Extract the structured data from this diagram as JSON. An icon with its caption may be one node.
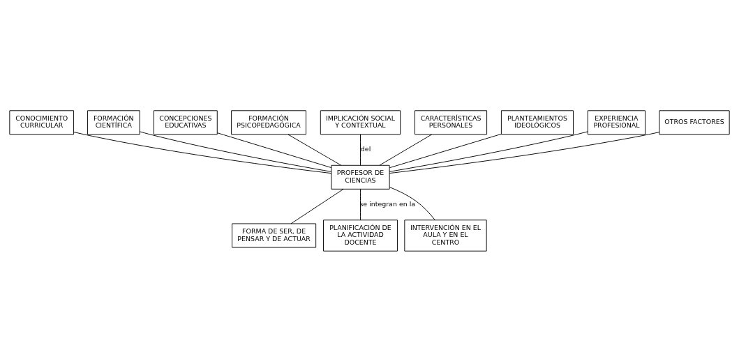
{
  "diagram": {
    "nodes": [
      {
        "text": [
          "CONOCIMIENTO CURRICULAR"
        ]
      },
      {
        "text": [
          "FORMACIÓN CIENTÍFICA"
        ]
      },
      {
        "text": [
          "CONCEPCIONES EDUCATIVAS"
        ]
      },
      {
        "text": [
          "FORMACIÓN PSICOPEDAGÓGICA"
        ]
      },
      {
        "text": [
          "IMPLICACIÓN SOCIAL Y CONTEXTUAL"
        ]
      },
      {
        "text": [
          "CARACTERÍSTICAS PERSONALES"
        ]
      },
      {
        "text": [
          "PLANTEAMIENTOS IDEOLÓGICOS"
        ]
      },
      {
        "text": [
          "EXPERIENCIA PROFESIONAL"
        ]
      },
      {
        "text": [
          "OTROS FACTORES"
        ]
      },
      {
        "text": [
          "PROFESOR DE CIENCIAS"
        ]
      },
      {
        "text": [
          "FORMA DE SER, DE PENSAR Y DE ACTUAR"
        ]
      },
      {
        "text": [
          "PLANIFICACIÓN DE LA ACTIVIDAD DOCENTE"
        ]
      },
      {
        "text": [
          "INTERVENCIÓN EN EL AULA Y EN EL CENTRO"
        ]
      }
    ],
    "edges": [
      {
        "from": 0,
        "to": 9,
        "arrow": "none"
      },
      {
        "from": 1,
        "to": 9,
        "arrow": "none"
      },
      {
        "from": 2,
        "to": 9,
        "arrow": "none"
      },
      {
        "from": 3,
        "to": 9,
        "arrow": "none"
      },
      {
        "from": 4,
        "to": 9,
        "arrow": "none",
        "label": "del"
      },
      {
        "from": 5,
        "to": 9,
        "arrow": "none"
      },
      {
        "from": 6,
        "to": 9,
        "arrow": "none"
      },
      {
        "from": 7,
        "to": 9,
        "arrow": "none"
      },
      {
        "from": 8,
        "to": 9,
        "arrow": "none"
      },
      {
        "from": 9,
        "to": 10,
        "arrow": "none"
      },
      {
        "from": 9,
        "to": 11,
        "arrow": "none",
        "label": "se integran en la"
      },
      {
        "from": 9,
        "to": 12,
        "arrow": "none"
      }
    ]
  }
}
